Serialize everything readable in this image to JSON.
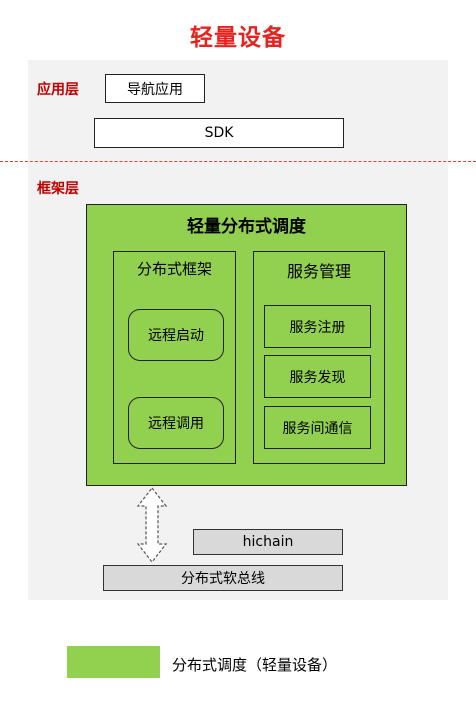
{
  "title": "轻量设备",
  "app_layer": {
    "label": "应用层",
    "nav_app": "导航应用",
    "sdk": "SDK"
  },
  "framework_layer": {
    "label": "框架层",
    "scheduler": {
      "title": "轻量分布式调度",
      "distributed_framework": {
        "title": "分布式框架",
        "items": [
          "远程启动",
          "远程调用"
        ]
      },
      "service_management": {
        "title": "服务管理",
        "items": [
          "服务注册",
          "服务发现",
          "服务间通信"
        ]
      }
    },
    "hichain": "hichain",
    "soft_bus": "分布式软总线"
  },
  "legend": {
    "label": "分布式调度（轻量设备）",
    "color": "#92d050"
  },
  "colors": {
    "accent_red": "#e8231f",
    "layer_label_red": "#c00000",
    "green_fill": "#92d050",
    "panel_gray": "#f2f2f2",
    "box_gray": "#d9d9d9"
  }
}
